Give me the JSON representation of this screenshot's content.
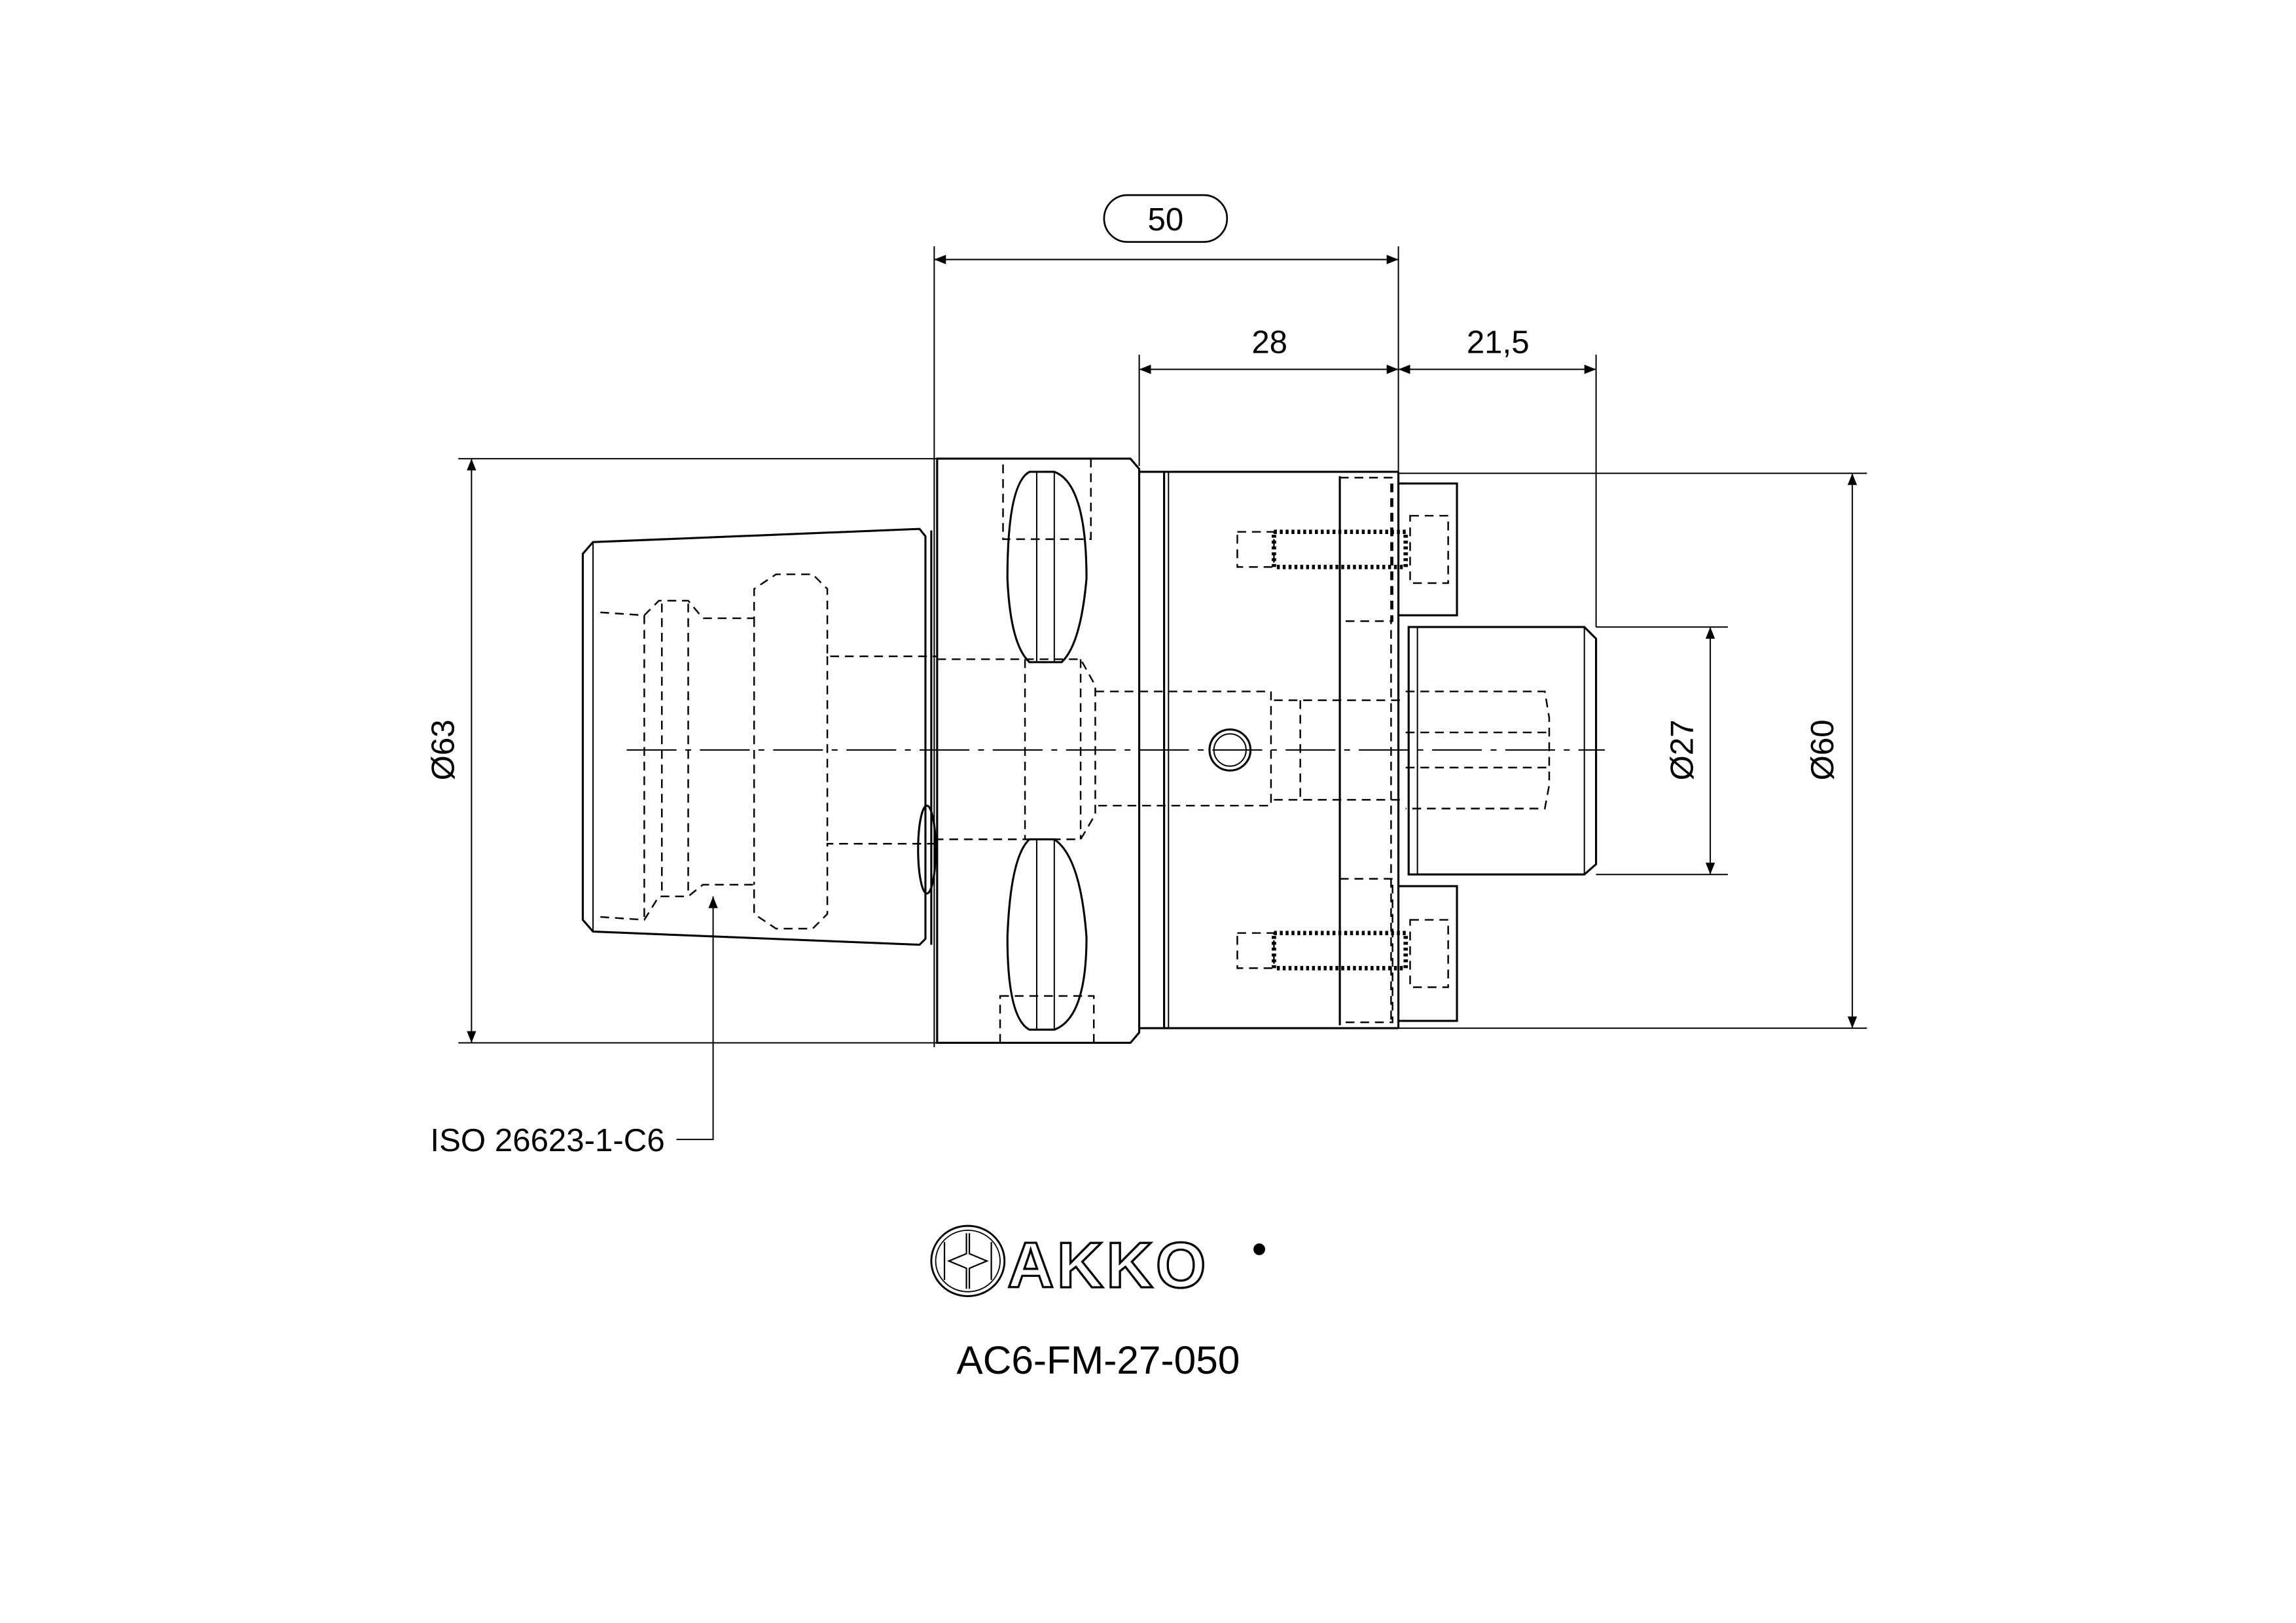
{
  "dimensions": {
    "overall_length": "50",
    "body_length": "28",
    "shank_length": "21,5",
    "flange_diameter": "Ø63",
    "body_diameter": "Ø60",
    "shank_diameter": "Ø27"
  },
  "callout": {
    "interface": "ISO 26623-1-C6"
  },
  "logo": {
    "brand": "AKKO"
  },
  "part_number": "AC6-FM-27-050"
}
